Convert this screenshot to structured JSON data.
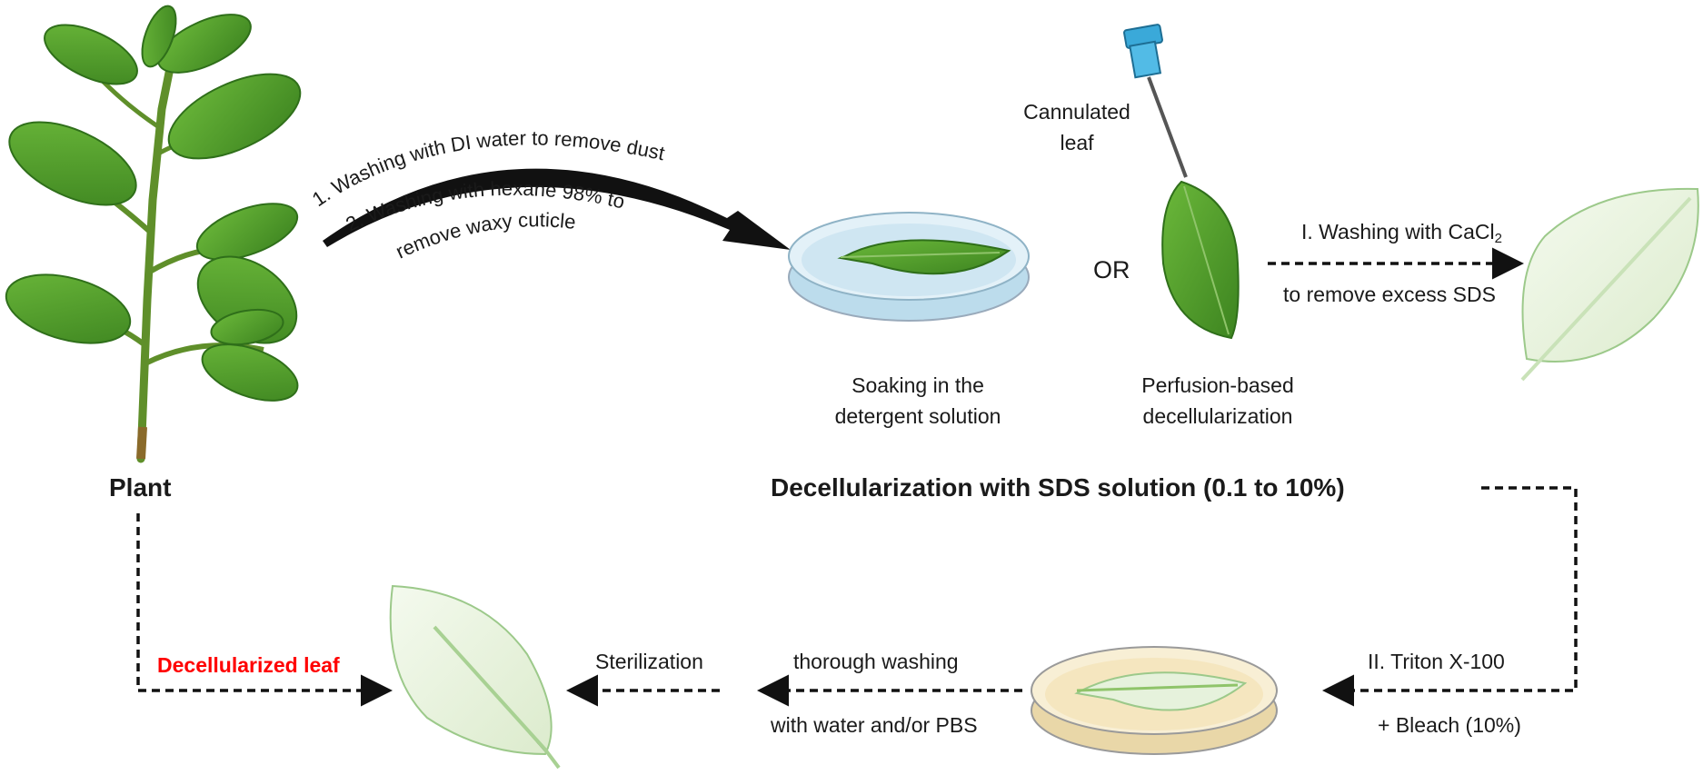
{
  "labels": {
    "plant": "Plant",
    "decellularization_title": "Decellularization with SDS solution (0.1 to 10%)",
    "soaking_line1": "Soaking in the",
    "soaking_line2": "detergent solution",
    "or": "OR",
    "perfusion_line1": "Perfusion-based",
    "perfusion_line2": "decellularization",
    "cannulated_line1": "Cannulated",
    "cannulated_line2": "leaf",
    "step_washing_cacl2_prefix": "I. Washing with CaCl",
    "step_washing_cacl2_sub": "2",
    "step_remove_sds": "to remove excess SDS",
    "step_triton": "II. Triton X-100",
    "step_bleach": "+ Bleach (10%)",
    "thorough_washing": "thorough washing",
    "with_water": "with water and/or PBS",
    "sterilization": "Sterilization",
    "decellularized_leaf": "Decellularized leaf"
  },
  "curved_text": {
    "wash1": "1. Washing with DI water to remove dust",
    "wash2": "2. Washing with hexane 98% to",
    "wash3": "remove waxy cuticle"
  },
  "colors": {
    "leaf_green": "#4f9a2a",
    "leaf_dark": "#2f6f1a",
    "pale_leaf": "#eef6e4",
    "dish_blue": "#cfe6f2",
    "dish_yellow": "#f5e6bf",
    "needle_cap": "#3aa9d9",
    "arrow": "#111111",
    "highlight_red": "#ff0000"
  }
}
